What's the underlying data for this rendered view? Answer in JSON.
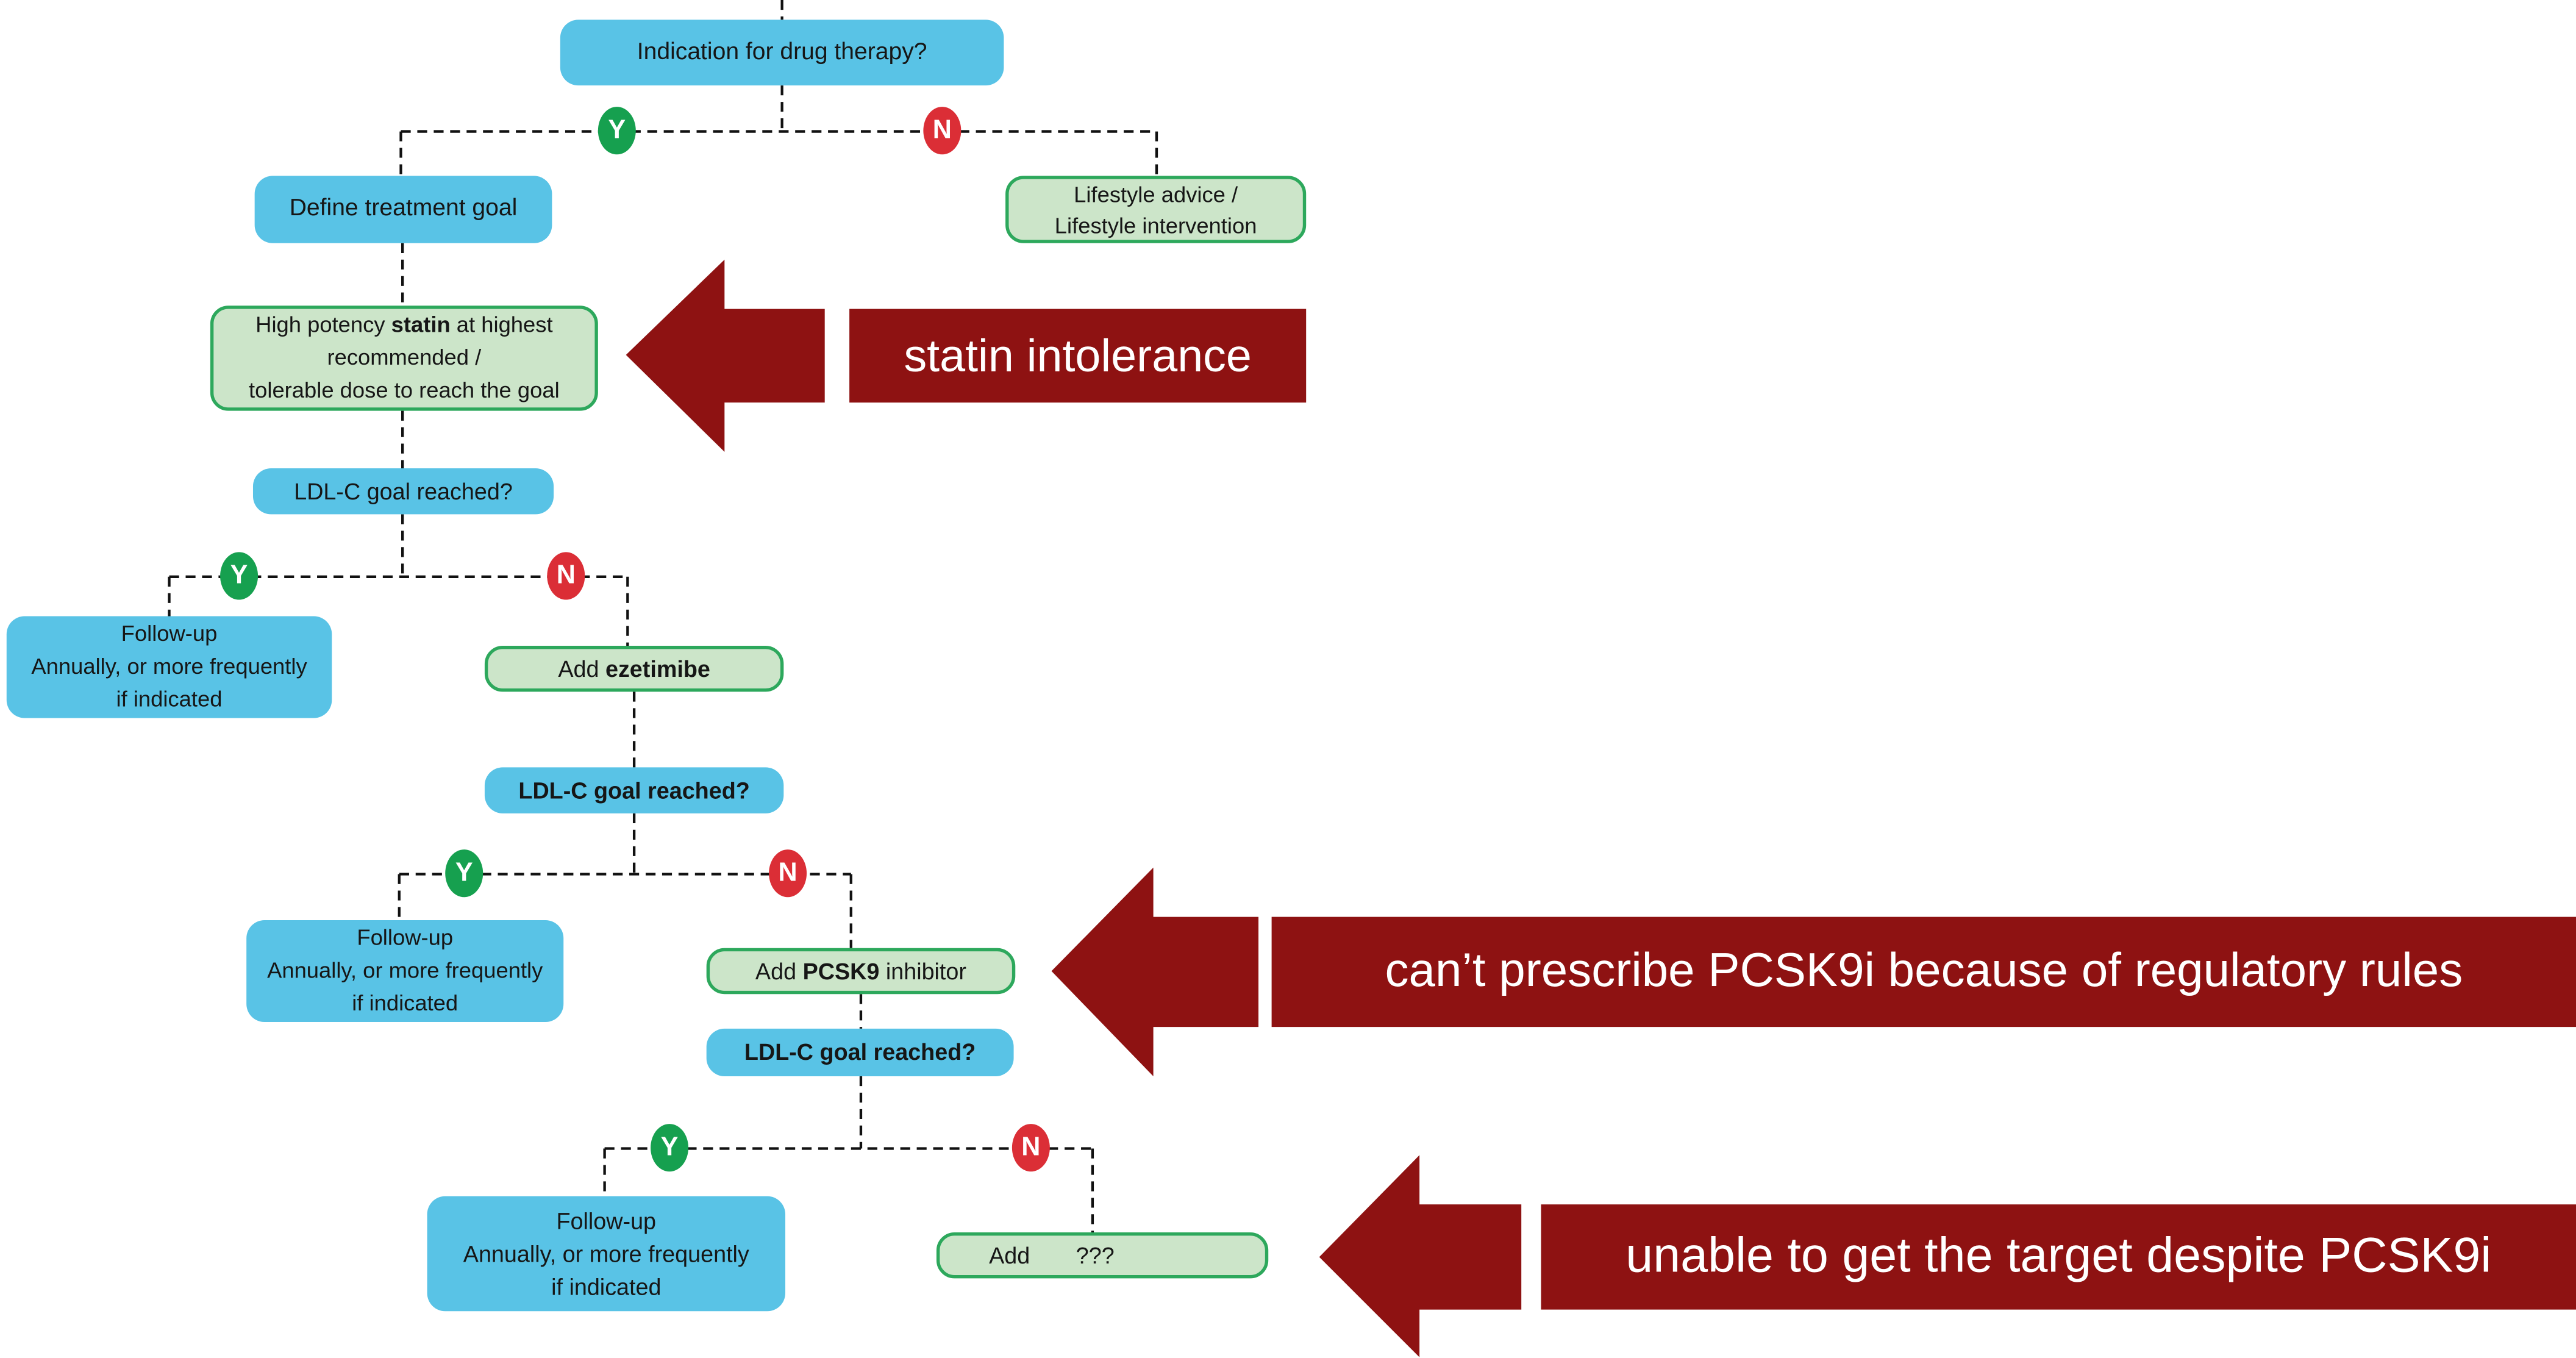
{
  "colors": {
    "node_blue": "#59c3e6",
    "node_green_fill": "#cce5c9",
    "node_green_border": "#2da85c",
    "yes_badge": "#16a04f",
    "no_badge": "#db2e36",
    "annotation_maroon": "#8e1212",
    "annotation_text": "#ffffff",
    "connector": "#111111"
  },
  "badges": {
    "yes": "Y",
    "no": "N"
  },
  "nodes": {
    "indication": "Indication for drug therapy?",
    "define_goal": "Define treatment goal",
    "lifestyle_line1": "Lifestyle advice /",
    "lifestyle_line2": "Lifestyle intervention",
    "statin_pre": "High potency ",
    "statin_bold": "statin",
    "statin_post": " at highest",
    "statin_line2": "recommended /",
    "statin_line3": "tolerable dose to reach the goal",
    "ldl_goal_question": "LDL-C goal reached?",
    "follow_up_line1": "Follow-up",
    "follow_up_line2": "Annually, or more frequently",
    "follow_up_line3": "if indicated",
    "add_label": "Add",
    "ezetimibe_bold": "ezetimibe",
    "pcsk9_bold": "PCSK9",
    "pcsk9_post": " inhibitor",
    "unknown_drug": "???"
  },
  "annotations": {
    "statin_intolerance": "statin intolerance",
    "regulatory_rules": "can’t prescribe PCSK9i because of regulatory rules",
    "despite_pcsk9i": "unable to get the target despite PCSK9i"
  }
}
